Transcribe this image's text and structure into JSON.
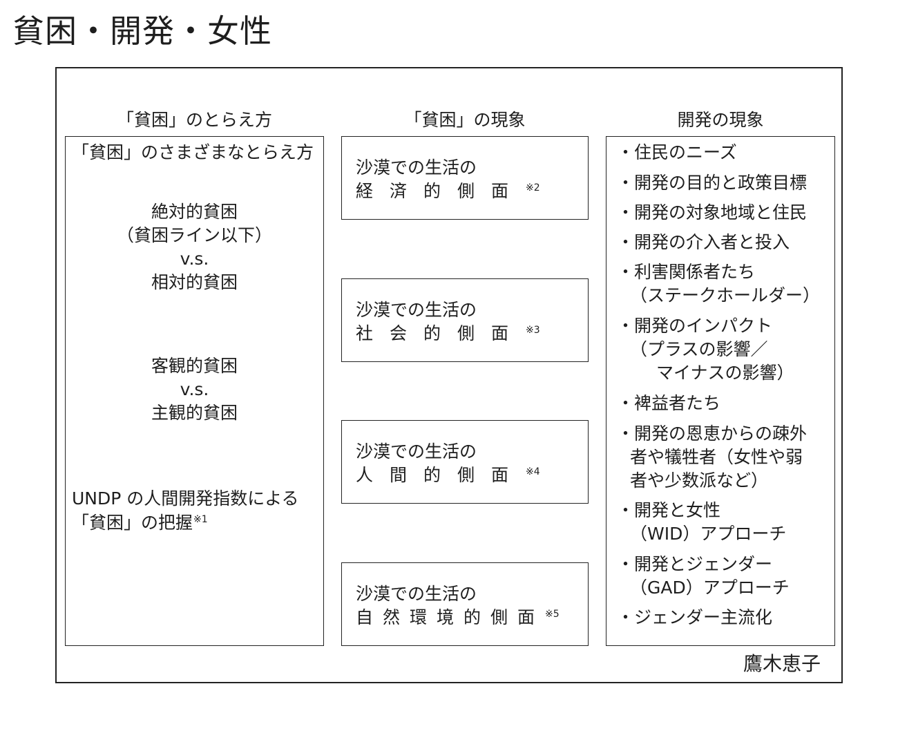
{
  "title": "貧困・開発・女性",
  "author": "鷹木恵子",
  "columns": {
    "left_header": "「貧困」のとらえ方",
    "mid_header": "「貧困」の現象",
    "right_header": "開発の現象"
  },
  "left": {
    "heading": "「貧困」のさまざまなとらえ方",
    "g1": [
      "絶対的貧困",
      "（貧困ライン以下）",
      "v.s.",
      "相対的貧困"
    ],
    "g2": [
      "客観的貧困",
      "v.s.",
      "主観的貧困"
    ],
    "g3_line1": "UNDP の人間開発指数による",
    "g3_line2": "「貧困」の把握",
    "g3_note": "※1"
  },
  "mid": [
    {
      "line1": "沙漠での生活の",
      "line2": "経済的側面",
      "note": "※2"
    },
    {
      "line1": "沙漠での生活の",
      "line2": "社会的側面",
      "note": "※3"
    },
    {
      "line1": "沙漠での生活の",
      "line2": "人間的側面",
      "note": "※4"
    },
    {
      "line1": "沙漠での生活の",
      "line2": "自然環境的側面",
      "note": "※5"
    }
  ],
  "right": [
    "・住民のニーズ",
    "・開発の目的と政策目標",
    "・開発の対象地域と住民",
    "・開発の介入者と投入",
    "・利害関係者たち",
    "（ステークホールダー）",
    "・開発のインパクト",
    "（プラスの影響／",
    "マイナスの影響）",
    "・裨益者たち",
    "・開発の恩恵からの疎外",
    "者や犠牲者（女性や弱",
    "者や少数派など）",
    "・開発と女性",
    "（WID）アプローチ",
    "・開発とジェンダー",
    "（GAD）アプローチ",
    "・ジェンダー主流化"
  ]
}
